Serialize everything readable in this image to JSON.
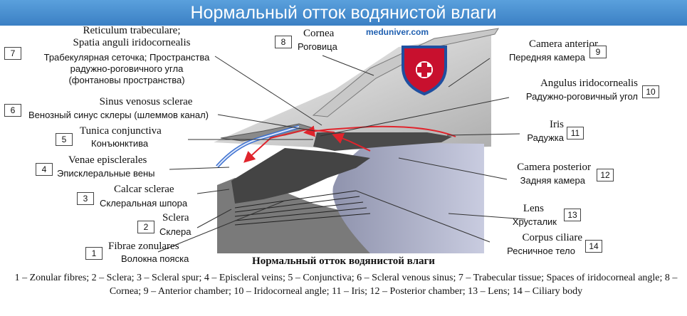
{
  "header": {
    "title": "Нормальный отток водянистой влаги"
  },
  "brand": {
    "text": "meduniver.com"
  },
  "labels": {
    "n1": {
      "num": "1",
      "latin": "Fibrae zonulares",
      "ru": "Волокна пояска"
    },
    "n2": {
      "num": "2",
      "latin": "Sclera",
      "ru": "Склера"
    },
    "n3": {
      "num": "3",
      "latin": "Calcar sclerae",
      "ru": "Склеральная шпора"
    },
    "n4": {
      "num": "4",
      "latin": "Venae episclerales",
      "ru": "Эписклеральные вены"
    },
    "n5": {
      "num": "5",
      "latin": "Tunica conjunctiva",
      "ru": "Конъюнктива"
    },
    "n6": {
      "num": "6",
      "latin": "Sinus venosus sclerae",
      "ru": "Венозный синус склеры (шлеммов канал)"
    },
    "n7": {
      "num": "7",
      "latin1": "Reticulum trabeculare;",
      "latin2": "Spatia anguli iridocornealis",
      "ru1": "Трабекулярная сеточка; Пространства",
      "ru2": "радужно-роговичного угла",
      "ru3": "(фонтановы пространства)"
    },
    "n8": {
      "num": "8",
      "latin": "Cornea",
      "ru": "Роговица"
    },
    "n9": {
      "num": "9",
      "latin": "Camera anterior",
      "ru": "Передняя камера"
    },
    "n10": {
      "num": "10",
      "latin": "Angulus iridocornealis",
      "ru": "Радужно-роговичный угол"
    },
    "n11": {
      "num": "11",
      "latin": "Iris",
      "ru": "Радужка"
    },
    "n12": {
      "num": "12",
      "latin": "Camera posterior",
      "ru": "Задняя камера"
    },
    "n13": {
      "num": "13",
      "latin": "Lens",
      "ru": "Хрусталик"
    },
    "n14": {
      "num": "14",
      "latin": "Corpus ciliare",
      "ru": "Ресничное тело"
    }
  },
  "caption": {
    "title": "Нормальный отток водянистой влаги",
    "legend": "1 – Zonular fibres; 2 – Sclera; 3 – Scleral spur; 4 – Episcleral veins; 5 – Conjunctiva; 6 – Scleral venous sinus; 7 – Trabecular tissue; Spaces of iridocorneal angle; 8 – Cornea; 9 – Anterior chamber; 10 – Iridocorneal angle; 11 – Iris; 12 – Posterior chamber; 13 – Lens; 14 – Ciliary body"
  },
  "colors": {
    "header": "#4a90d4",
    "flow": "#e0242c",
    "vein": "#3b6fcf",
    "tissue": "#5a5a5a",
    "lens": "#aeb3c9"
  }
}
